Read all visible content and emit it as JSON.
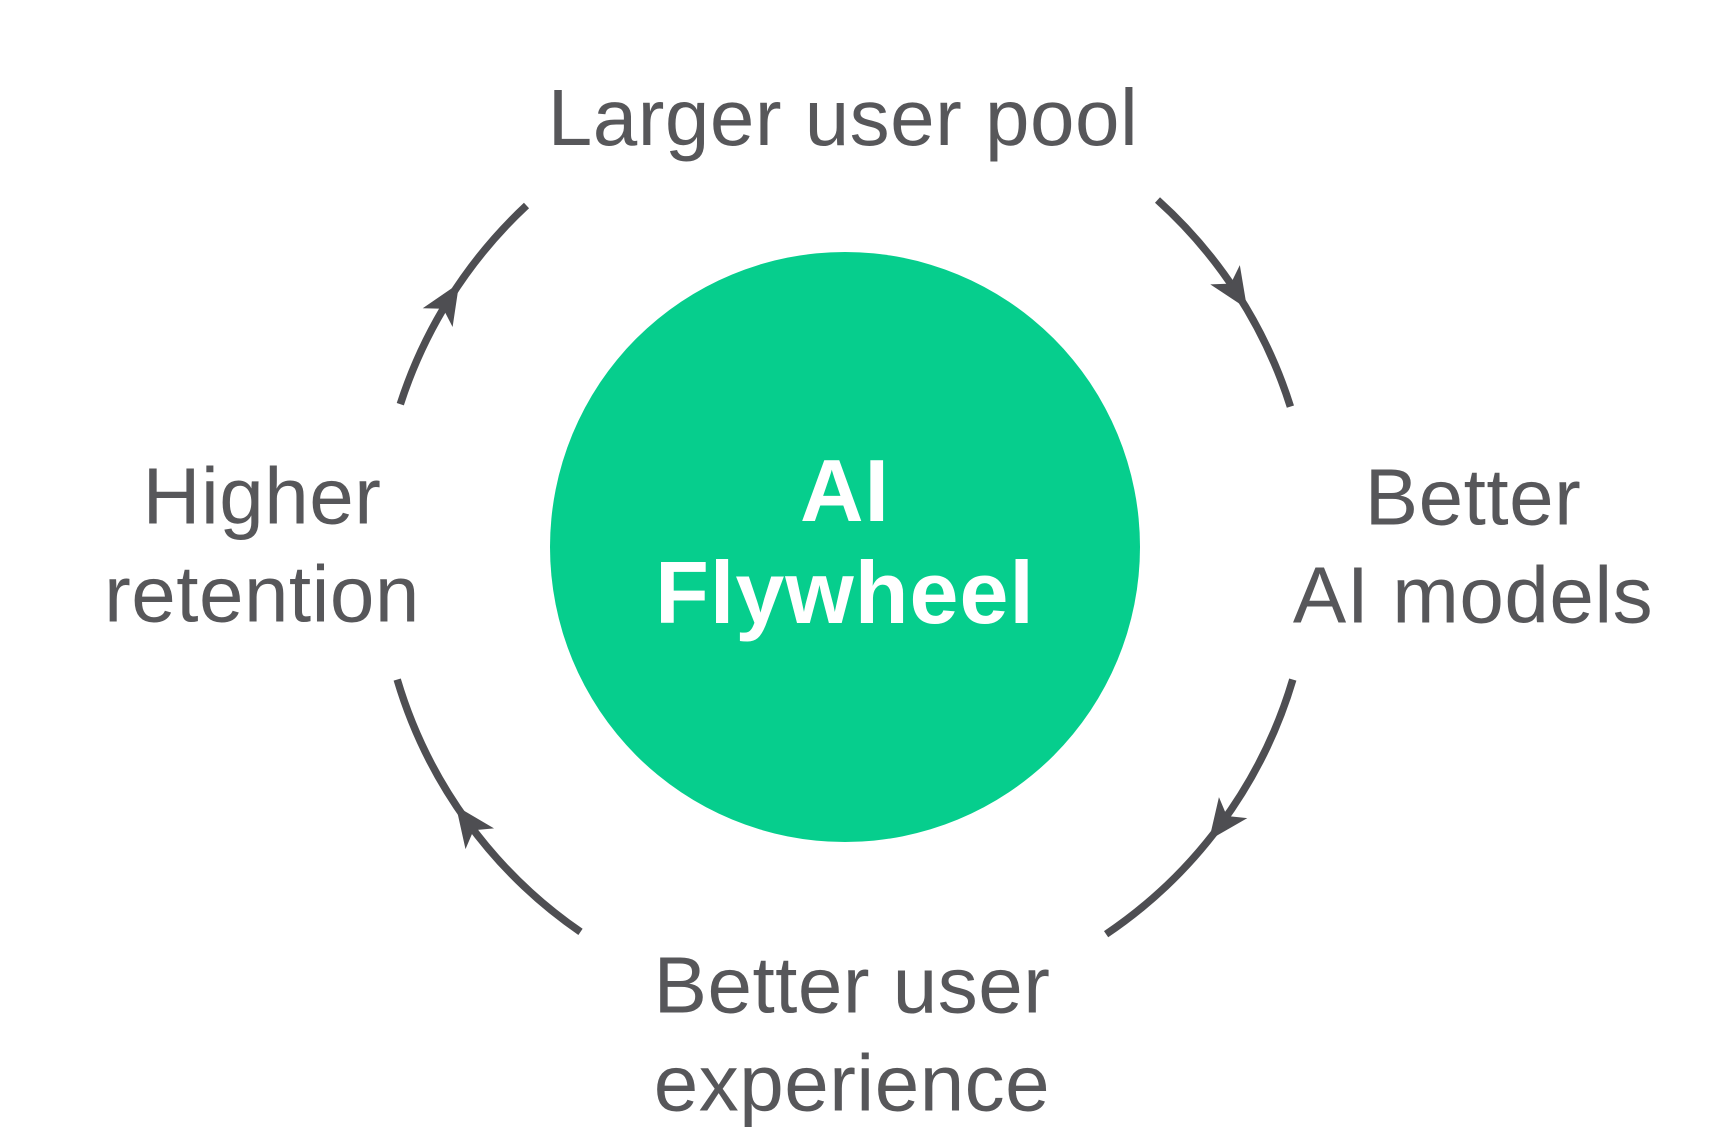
{
  "title": "AI Flywheel",
  "colors": {
    "circle": "#06CE8D",
    "center_text": "#FFFFFF",
    "label_text": "#57575A",
    "arrow": "#4E4E52",
    "background": "#FFFFFF"
  },
  "center": {
    "line1": "AI",
    "line2": "Flywheel"
  },
  "nodes": {
    "top": {
      "label": "Larger user pool"
    },
    "right": {
      "line1": "Better",
      "line2": "AI models"
    },
    "bottom": {
      "line1": "Better user",
      "line2": "experience"
    },
    "left": {
      "line1": "Higher",
      "line2": "retention"
    }
  },
  "cycle_order": [
    "Larger user pool",
    "Better AI models",
    "Better user experience",
    "Higher retention"
  ]
}
